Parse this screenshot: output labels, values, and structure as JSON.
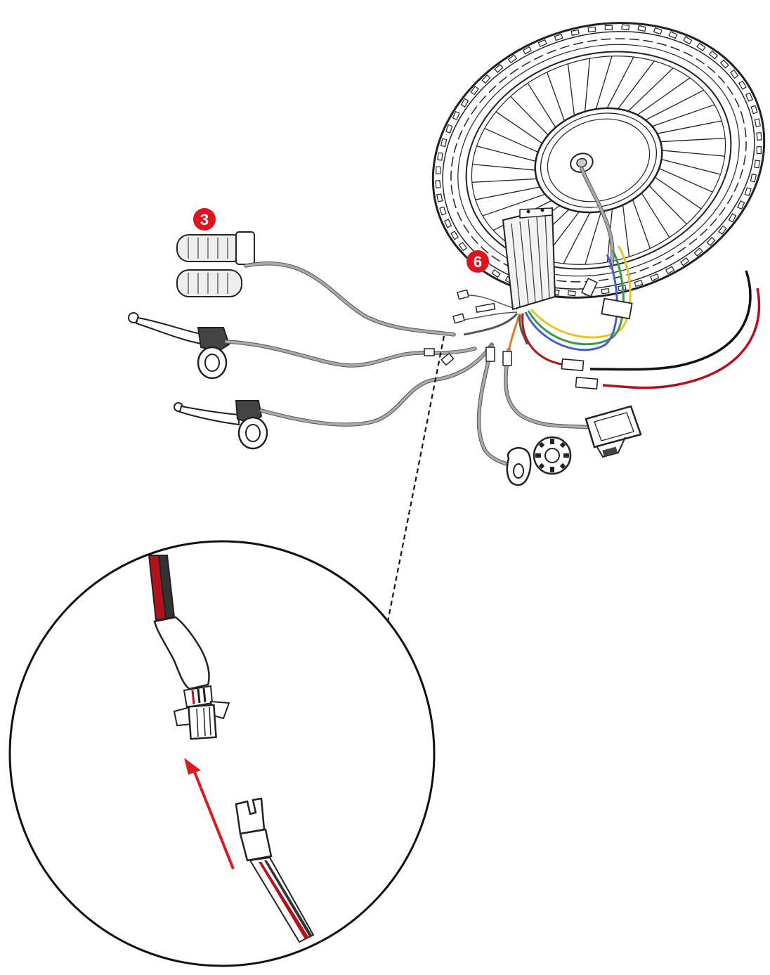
{
  "diagram": {
    "badges": [
      {
        "id": "grip-throttle",
        "label": "3"
      },
      {
        "id": "controller",
        "label": "6"
      }
    ],
    "colors": {
      "badge": "#e0141e",
      "arrow": "#d81c22",
      "wire_red": "#b3121c",
      "wire_black": "#111111",
      "wire_yellow": "#e3c42a",
      "wire_green": "#3b9a4a",
      "wire_blue": "#4a5ad0",
      "wire_orange": "#e07a24",
      "cable": "#aaaaaa",
      "line": "#222222"
    },
    "icons": [
      "hub-motor-wheel-icon",
      "controller-box-icon",
      "throttle-grip-icon",
      "plain-grip-icon",
      "brake-lever-left-icon",
      "brake-lever-right-icon",
      "lcd-display-icon",
      "pas-sensor-icon",
      "pas-magnet-disc-icon",
      "battery-leads-icon",
      "connector-female-icon",
      "connector-male-icon",
      "insert-arrow-icon"
    ]
  }
}
